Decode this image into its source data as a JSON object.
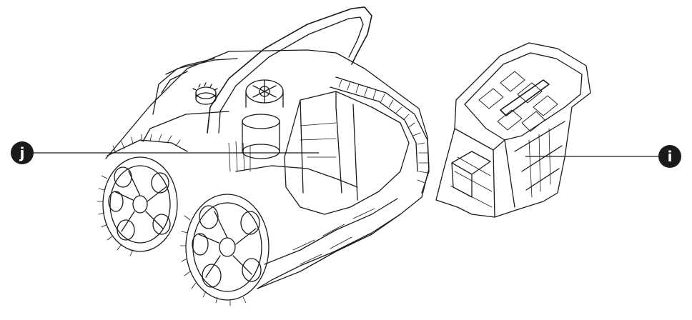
{
  "callouts": {
    "j": {
      "label": "j"
    },
    "i": {
      "label": "i"
    }
  },
  "parts": {
    "robot_body": "pool-cleaner-robot",
    "filter_basket": "filter-basket"
  },
  "colors": {
    "ink": "#1a1a1a",
    "background": "#ffffff",
    "marker_fill": "#1a1a1a",
    "marker_text": "#ffffff"
  }
}
